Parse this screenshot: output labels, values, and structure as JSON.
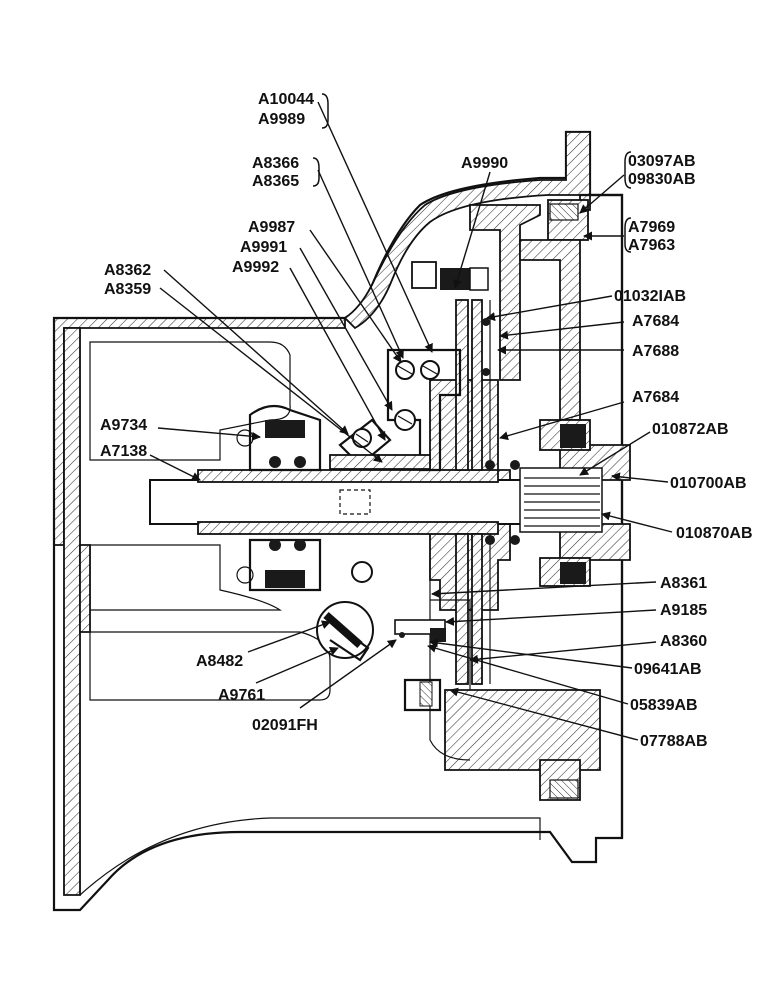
{
  "diagram": {
    "labels": {
      "A10044": "A10044",
      "A9989": "A9989",
      "A8366": "A8366",
      "A8365": "A8365",
      "A9990": "A9990",
      "03097AB": "03097AB",
      "09830AB": "09830AB",
      "A7969": "A7969",
      "A7963": "A7963",
      "A9987": "A9987",
      "A9991": "A9991",
      "A9992": "A9992",
      "A8362": "A8362",
      "A8359": "A8359",
      "01032IAB": "01032IAB",
      "A7684_top": "A7684",
      "A7688": "A7688",
      "A7684_mid": "A7684",
      "A9734": "A9734",
      "A7138": "A7138",
      "010872AB": "010872AB",
      "010700AB": "010700AB",
      "010870AB": "010870AB",
      "A8361": "A8361",
      "A9185": "A9185",
      "A8360": "A8360",
      "A8482": "A8482",
      "09641AB": "09641AB",
      "A9761": "A9761",
      "05839AB": "05839AB",
      "02091FH": "02091FH",
      "07788AB": "07788AB"
    }
  }
}
